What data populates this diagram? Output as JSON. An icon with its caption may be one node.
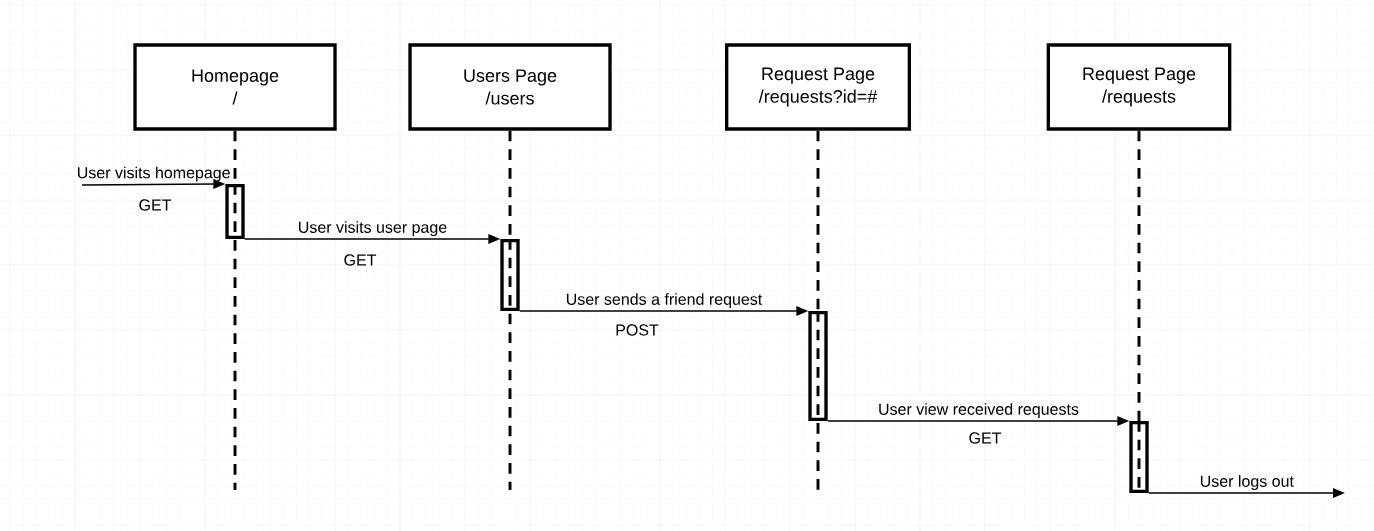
{
  "diagram": {
    "nodes": [
      {
        "text": [
          "Homepage",
          "/"
        ]
      },
      {
        "text": [
          "Users Page",
          "/users"
        ]
      },
      {
        "text": [
          "Request Page",
          "/requests?id=#"
        ]
      },
      {
        "text": [
          "Request Page",
          "/requests"
        ]
      },
      {
        "text": [],
        "shape": "bar"
      },
      {
        "text": [],
        "shape": "bar"
      },
      {
        "text": [],
        "shape": "bar"
      },
      {
        "text": [],
        "shape": "bar"
      }
    ],
    "edges": [
      {
        "from": null,
        "to": 4,
        "arrow": "to",
        "label": "User visits homepage"
      },
      {
        "from": 4,
        "to": 5,
        "arrow": "to",
        "label": "User visits user page"
      },
      {
        "from": 5,
        "to": 6,
        "arrow": "to",
        "label": "User sends a friend request"
      },
      {
        "from": 6,
        "to": 7,
        "arrow": "to",
        "label": "User view received requests"
      },
      {
        "from": 7,
        "to": null,
        "arrow": "to",
        "label": "User logs out"
      },
      {
        "from": 0,
        "to": 4,
        "arrow": "none",
        "style": "dashed"
      },
      {
        "from": 1,
        "to": 5,
        "arrow": "none",
        "style": "dashed"
      },
      {
        "from": 2,
        "to": 6,
        "arrow": "none",
        "style": "dashed"
      },
      {
        "from": 3,
        "to": 7,
        "arrow": "none",
        "style": "dashed"
      }
    ],
    "labels": [
      "GET",
      "GET",
      "POST",
      "GET"
    ]
  }
}
